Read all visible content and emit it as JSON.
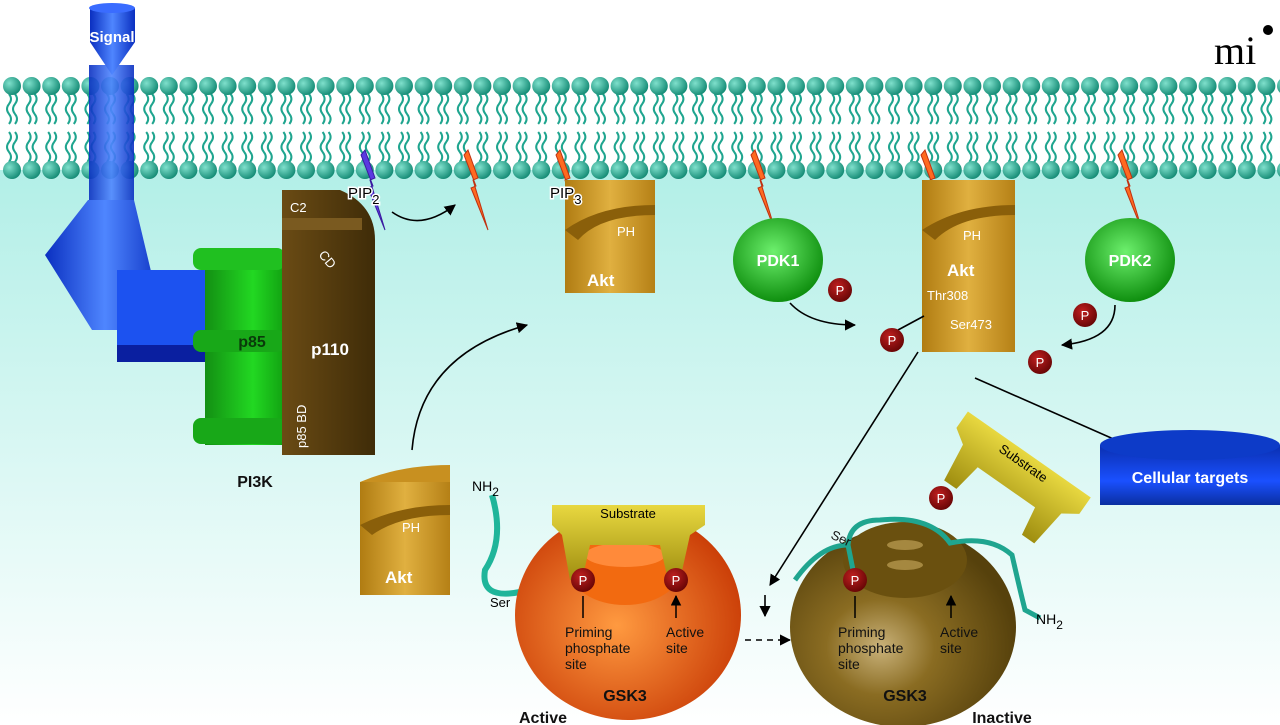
{
  "colors": {
    "membrane": "#1fa58f",
    "cytoplasm": "#b5efe8",
    "receptor": "#1a4fe0",
    "p85": "#1fc21f",
    "p110": "#5a3f10",
    "akt": "#c8951e",
    "pdk": "#22b322",
    "phospho": "#8b0a0a",
    "gsk3_active": "#e0560a",
    "gsk3_inactive": "#6e5514",
    "substrate": "#c9b920",
    "targets": "#0a2fb0"
  },
  "logo": "mi",
  "signal": "Signal",
  "pi3k": {
    "title": "PI3K",
    "p85": "p85",
    "p110": "p110",
    "c2": "C2",
    "cd": "CD",
    "p85bd": "p85 BD"
  },
  "pip2": {
    "base": "PIP",
    "sub": "2"
  },
  "pip3": {
    "base": "PIP",
    "sub": "3"
  },
  "akt_membrane": {
    "ph": "PH",
    "name": "Akt"
  },
  "pdk1": "PDK1",
  "pdk2": "PDK2",
  "akt_active": {
    "ph": "PH",
    "name": "Akt",
    "thr": "Thr308",
    "ser": "Ser473"
  },
  "phospho_label": "P",
  "akt_cyto": {
    "ph": "PH",
    "name": "Akt"
  },
  "cellular_targets": "Cellular targets",
  "gsk3_active": {
    "nh2_base": "NH",
    "nh2_sub": "2",
    "ser": "Ser",
    "substrate": "Substrate",
    "priming": [
      "Priming",
      "phosphate",
      "site"
    ],
    "active_site": [
      "Active",
      "site"
    ],
    "name": "GSK3",
    "state": "Active"
  },
  "gsk3_inactive": {
    "nh2_base": "NH",
    "nh2_sub": "2",
    "ser": "Ser",
    "substrate": "Substrate",
    "priming": [
      "Priming",
      "phosphate",
      "site"
    ],
    "active_site": [
      "Active",
      "site"
    ],
    "name": "GSK3",
    "state": "Inactive"
  }
}
